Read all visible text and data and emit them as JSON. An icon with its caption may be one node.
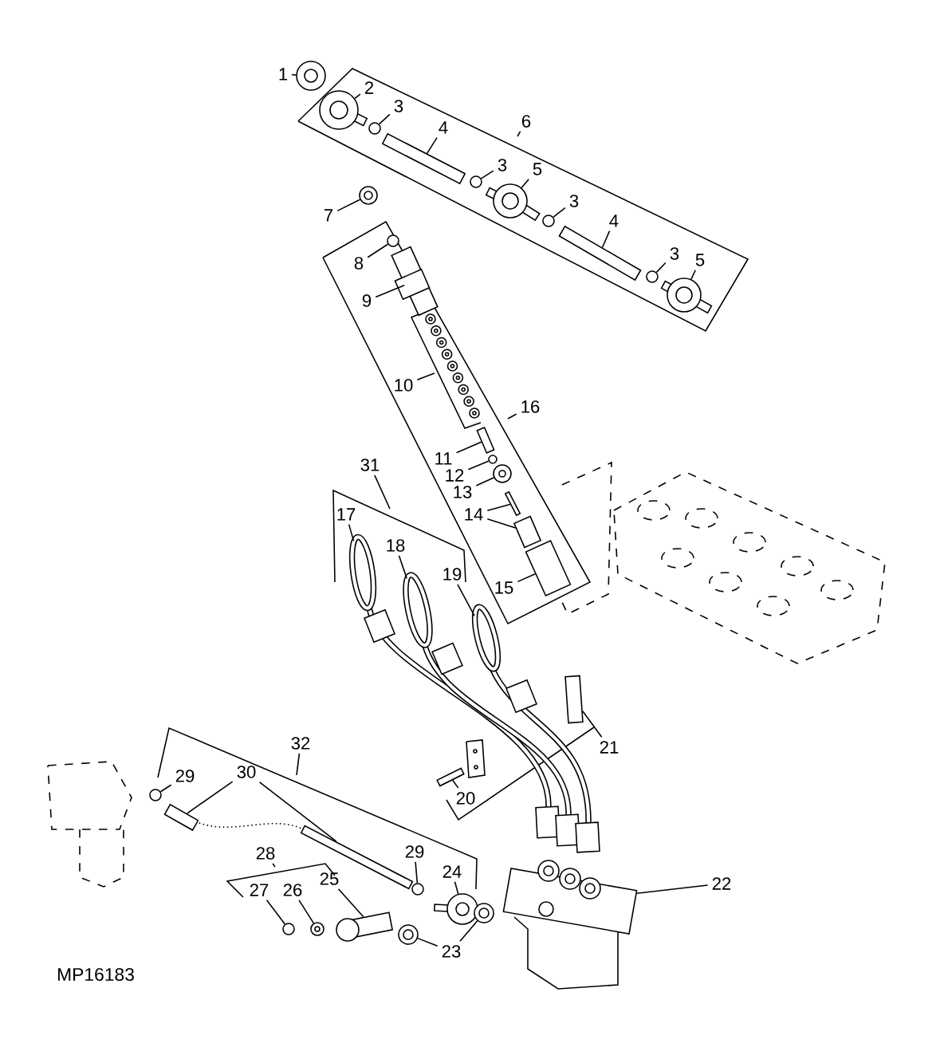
{
  "diagram": {
    "nodes": [
      {
        "text": [
          "1"
        ]
      },
      {
        "text": [
          "2"
        ]
      },
      {
        "text": [
          "3"
        ]
      },
      {
        "text": [
          "4"
        ]
      },
      {
        "text": [
          "6"
        ]
      },
      {
        "text": [
          "3"
        ]
      },
      {
        "text": [
          "5"
        ]
      },
      {
        "text": [
          "3"
        ]
      },
      {
        "text": [
          "4"
        ]
      },
      {
        "text": [
          "3"
        ]
      },
      {
        "text": [
          "5"
        ]
      },
      {
        "text": [
          "7"
        ]
      },
      {
        "text": [
          "8"
        ]
      },
      {
        "text": [
          "9"
        ]
      },
      {
        "text": [
          "10"
        ]
      },
      {
        "text": [
          "16"
        ]
      },
      {
        "text": [
          "11"
        ]
      },
      {
        "text": [
          "12"
        ]
      },
      {
        "text": [
          "13"
        ]
      },
      {
        "text": [
          "14"
        ]
      },
      {
        "text": [
          "31"
        ]
      },
      {
        "text": [
          "17"
        ]
      },
      {
        "text": [
          "18"
        ]
      },
      {
        "text": [
          "19"
        ]
      },
      {
        "text": [
          "15"
        ]
      },
      {
        "text": [
          "21"
        ]
      },
      {
        "text": [
          "20"
        ]
      },
      {
        "text": [
          "32"
        ]
      },
      {
        "text": [
          "29"
        ]
      },
      {
        "text": [
          "30"
        ]
      },
      {
        "text": [
          "22"
        ]
      },
      {
        "text": [
          "28"
        ]
      },
      {
        "text": [
          "27"
        ]
      },
      {
        "text": [
          "26"
        ]
      },
      {
        "text": [
          "25"
        ]
      },
      {
        "text": [
          "29"
        ]
      },
      {
        "text": [
          "24"
        ]
      },
      {
        "text": [
          "23"
        ]
      },
      {
        "text": [],
        "shape": "picture"
      },
      {
        "text": [],
        "shape": "picture"
      },
      {
        "text": [],
        "shape": "circle"
      },
      {
        "text": [],
        "shape": "box"
      },
      {
        "text": [],
        "shape": "circle"
      },
      {
        "text": [],
        "shape": "picture"
      },
      {
        "text": [],
        "shape": "circle"
      },
      {
        "text": [],
        "shape": "box"
      },
      {
        "text": [],
        "shape": "circle"
      },
      {
        "text": [],
        "shape": "picture"
      },
      {
        "text": [],
        "shape": "picture"
      },
      {
        "text": [],
        "shape": "circle"
      },
      {
        "text": [],
        "shape": "picture"
      },
      {
        "text": [],
        "shape": "box"
      },
      {
        "text": [],
        "shape": "circle"
      },
      {
        "text": [],
        "shape": "picture"
      },
      {
        "text": [],
        "shape": "box"
      },
      {
        "text": [],
        "shape": "box"
      },
      {
        "text": [],
        "shape": "box"
      },
      {
        "text": [],
        "shape": "picture"
      },
      {
        "text": [],
        "shape": "picture"
      },
      {
        "text": [],
        "shape": "picture"
      },
      {
        "text": [],
        "shape": "box"
      },
      {
        "text": [],
        "shape": "box"
      },
      {
        "text": [],
        "shape": "picture"
      },
      {
        "text": [],
        "shape": "picture"
      },
      {
        "text": [],
        "shape": "box"
      },
      {
        "text": [],
        "shape": "circle"
      },
      {
        "text": [],
        "shape": "circle"
      },
      {
        "text": [],
        "shape": "circle"
      },
      {
        "text": [],
        "shape": "picture"
      },
      {
        "text": [],
        "shape": "picture"
      },
      {
        "text": [],
        "shape": "picture"
      },
      {
        "text": [],
        "shape": "picture"
      },
      {
        "text": [],
        "shape": "picture"
      }
    ],
    "edges": [
      {
        "from": 0,
        "to": 38,
        "arrow": "none"
      },
      {
        "from": 1,
        "to": 39,
        "arrow": "none"
      },
      {
        "from": 2,
        "to": 40,
        "arrow": "none"
      },
      {
        "from": 3,
        "to": 41,
        "arrow": "none"
      },
      {
        "from": 4,
        "to": null,
        "arrow": "none"
      },
      {
        "from": 5,
        "to": 42,
        "arrow": "none"
      },
      {
        "from": 6,
        "to": 43,
        "arrow": "none"
      },
      {
        "from": 7,
        "to": 44,
        "arrow": "none"
      },
      {
        "from": 8,
        "to": 45,
        "arrow": "none"
      },
      {
        "from": 9,
        "to": 46,
        "arrow": "none"
      },
      {
        "from": 10,
        "to": 47,
        "arrow": "none"
      },
      {
        "from": 11,
        "to": 48,
        "arrow": "none"
      },
      {
        "from": 12,
        "to": 49,
        "arrow": "none"
      },
      {
        "from": 13,
        "to": 50,
        "arrow": "none"
      },
      {
        "from": 14,
        "to": null,
        "arrow": "none"
      },
      {
        "from": 15,
        "to": null,
        "arrow": "none"
      },
      {
        "from": 16,
        "to": 51,
        "arrow": "none"
      },
      {
        "from": 17,
        "to": 52,
        "arrow": "none"
      },
      {
        "from": 18,
        "to": 53,
        "arrow": "none"
      },
      {
        "from": 19,
        "to": 54,
        "arrow": "none"
      },
      {
        "from": 19,
        "to": 55,
        "arrow": "none"
      },
      {
        "from": 20,
        "to": null,
        "arrow": "none"
      },
      {
        "from": 21,
        "to": 57,
        "arrow": "none"
      },
      {
        "from": 22,
        "to": 58,
        "arrow": "none"
      },
      {
        "from": 23,
        "to": 59,
        "arrow": "none"
      },
      {
        "from": 24,
        "to": 56,
        "arrow": "none"
      },
      {
        "from": 25,
        "to": 60,
        "arrow": "none"
      },
      {
        "from": 26,
        "to": 61,
        "arrow": "none"
      },
      {
        "from": 27,
        "to": null,
        "arrow": "none"
      },
      {
        "from": 28,
        "to": 65,
        "arrow": "none"
      },
      {
        "from": 29,
        "to": 63,
        "arrow": "none"
      },
      {
        "from": 29,
        "to": 64,
        "arrow": "none"
      },
      {
        "from": 30,
        "to": 62,
        "arrow": "none"
      },
      {
        "from": 31,
        "to": null,
        "arrow": "none"
      },
      {
        "from": 32,
        "to": 67,
        "arrow": "none"
      },
      {
        "from": 33,
        "to": 68,
        "arrow": "none"
      },
      {
        "from": 34,
        "to": 69,
        "arrow": "none"
      },
      {
        "from": 35,
        "to": 66,
        "arrow": "none"
      },
      {
        "from": 36,
        "to": 71,
        "arrow": "none"
      },
      {
        "from": 37,
        "to": 70,
        "arrow": "none"
      },
      {
        "from": 37,
        "to": 72,
        "arrow": "none"
      }
    ],
    "labels": [
      "MP16183"
    ]
  }
}
